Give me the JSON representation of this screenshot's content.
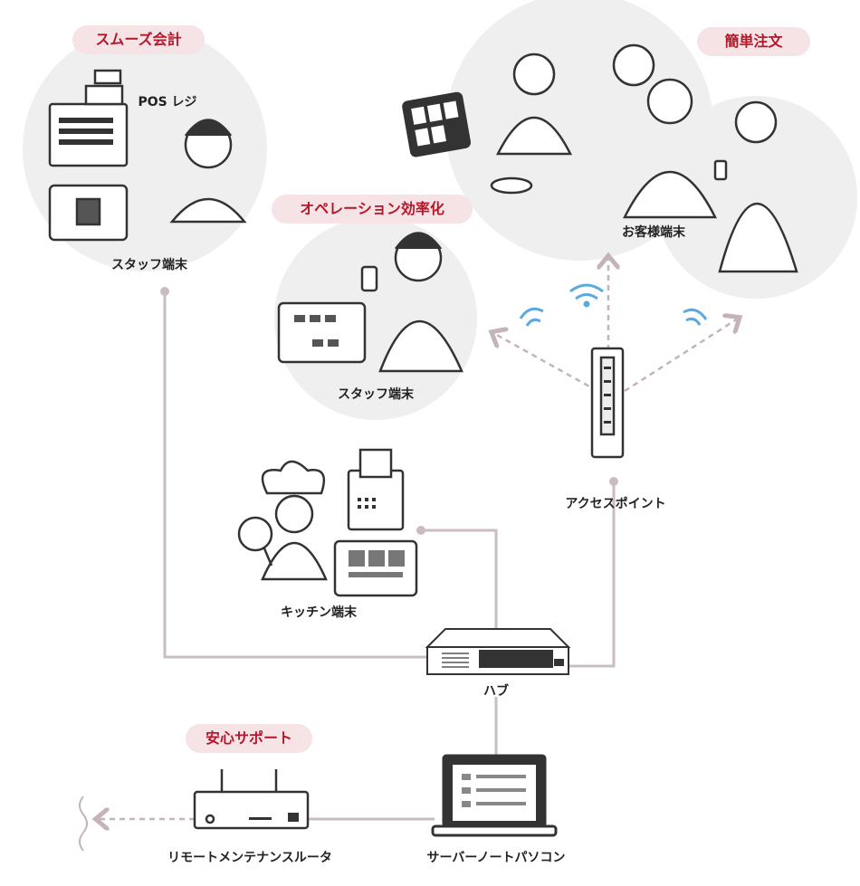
{
  "colors": {
    "pill_bg": "#f6e3e5",
    "pill_text": "#b3182b",
    "circle": "#efefef",
    "line": "#cbbcbf",
    "wifi": "#5aa9e0"
  },
  "pills": {
    "smooth": "スムーズ会計",
    "operation": "オペレーション効率化",
    "order": "簡単注文",
    "support": "安心サポート"
  },
  "labels": {
    "pos": "POS レジ",
    "staff1": "スタッフ端末",
    "staff2": "スタッフ端末",
    "customer": "お客様端末",
    "ap": "アクセスポイント",
    "kitchen": "キッチン端末",
    "hub": "ハブ",
    "server": "サーバーノートパソコン",
    "router": "リモートメンテナンスルータ"
  }
}
